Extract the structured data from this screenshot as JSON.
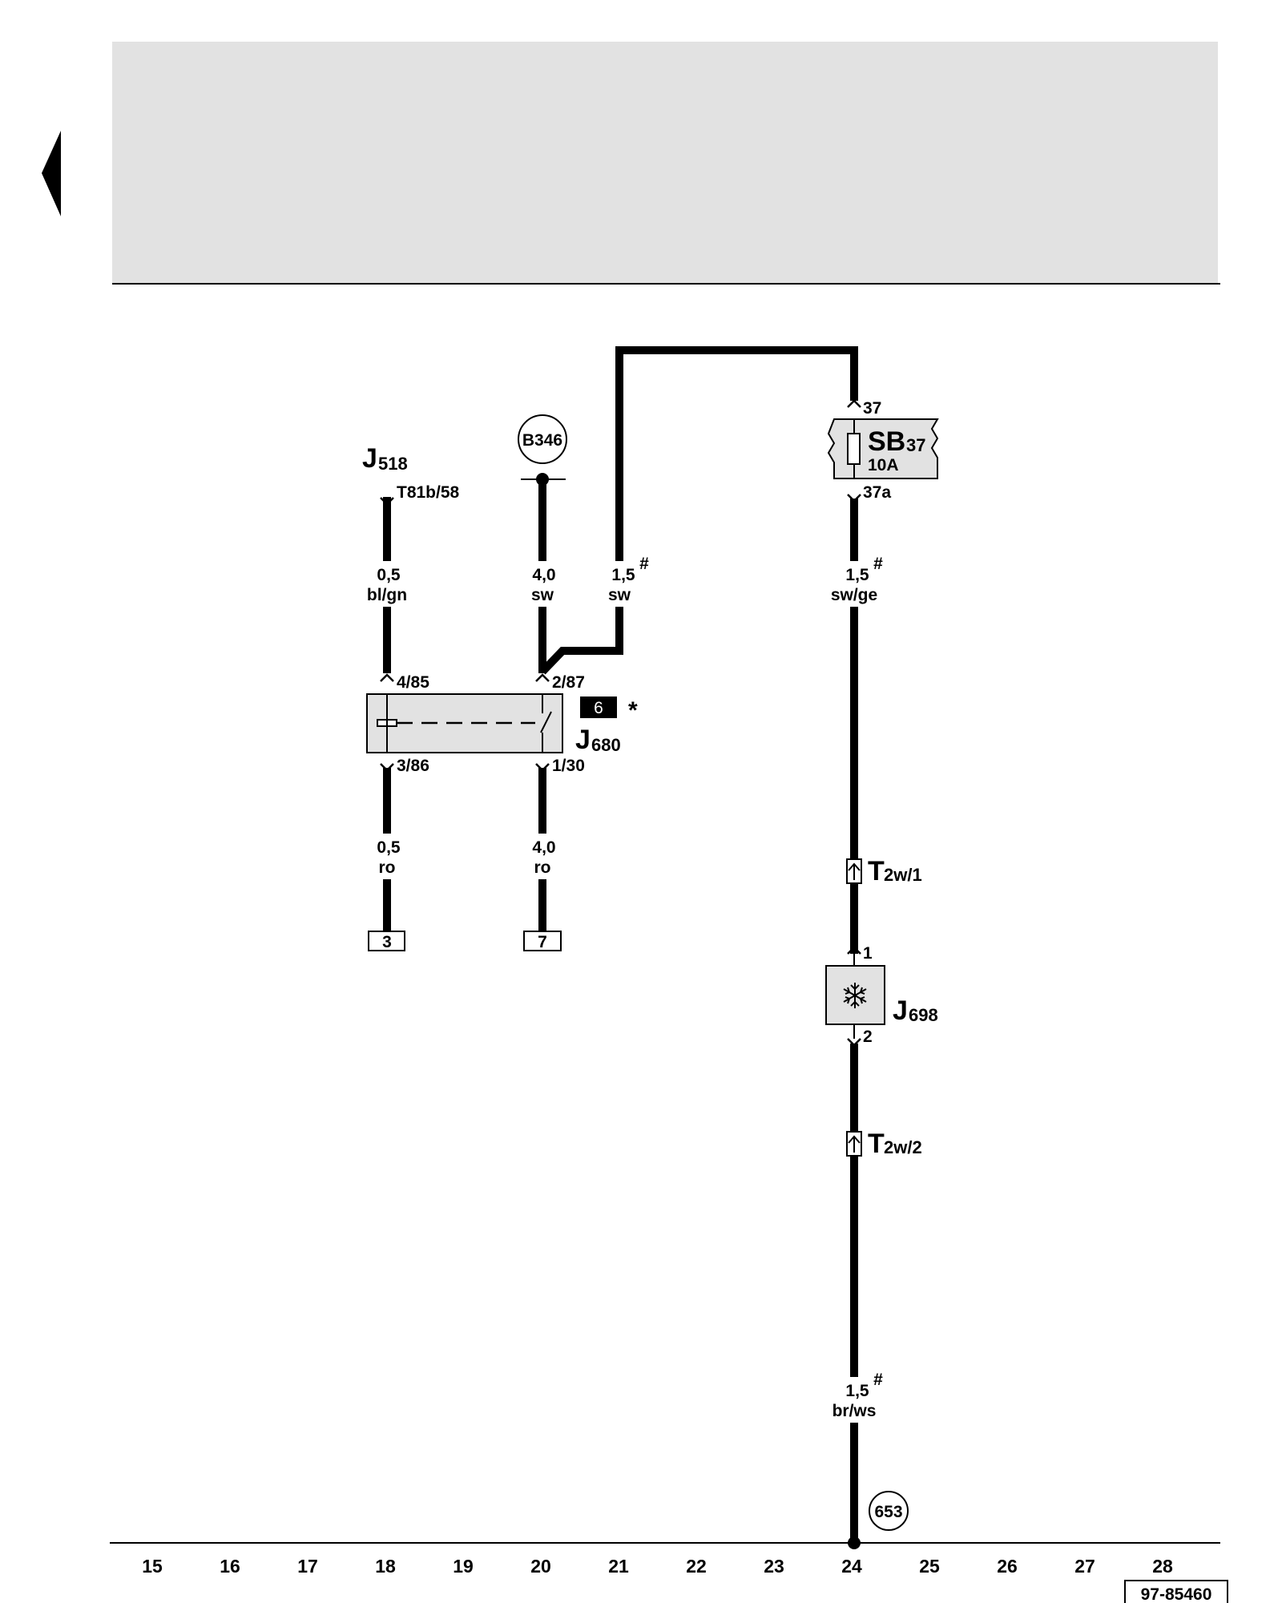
{
  "components": {
    "J518": {
      "letter": "J",
      "sub": "518",
      "pin": "T81b/58"
    },
    "B346": {
      "label": "B346"
    },
    "J680": {
      "letter": "J",
      "sub": "680",
      "pins": [
        "4/85",
        "2/87",
        "3/86",
        "1/30"
      ],
      "badge": "6",
      "mark": "*"
    },
    "SB37": {
      "letter": "SB",
      "sub": "37",
      "rating": "10A",
      "pin_in": "37",
      "pin_out": "37a"
    },
    "T2w1": {
      "letter": "T",
      "sub": "2w/1"
    },
    "T2w2": {
      "letter": "T",
      "sub": "2w/2"
    },
    "J698": {
      "letter": "J",
      "sub": "698",
      "pin_in": "1",
      "pin_out": "2"
    },
    "ground": {
      "label": "653"
    }
  },
  "wires": [
    {
      "size": "0,5",
      "color": "bl/gn"
    },
    {
      "size": "4,0",
      "color": "sw"
    },
    {
      "size": "1,5",
      "mark": "#",
      "color": "sw"
    },
    {
      "size": "1,5",
      "mark": "#",
      "color": "sw/ge"
    },
    {
      "size": "0,5",
      "color": "ro"
    },
    {
      "size": "4,0",
      "color": "ro"
    },
    {
      "size": "1,5",
      "mark": "#",
      "color": "br/ws"
    }
  ],
  "refs": [
    "3",
    "7"
  ],
  "columns": [
    "15",
    "16",
    "17",
    "18",
    "19",
    "20",
    "21",
    "22",
    "23",
    "24",
    "25",
    "26",
    "27",
    "28"
  ],
  "doc_code": "97-85460"
}
